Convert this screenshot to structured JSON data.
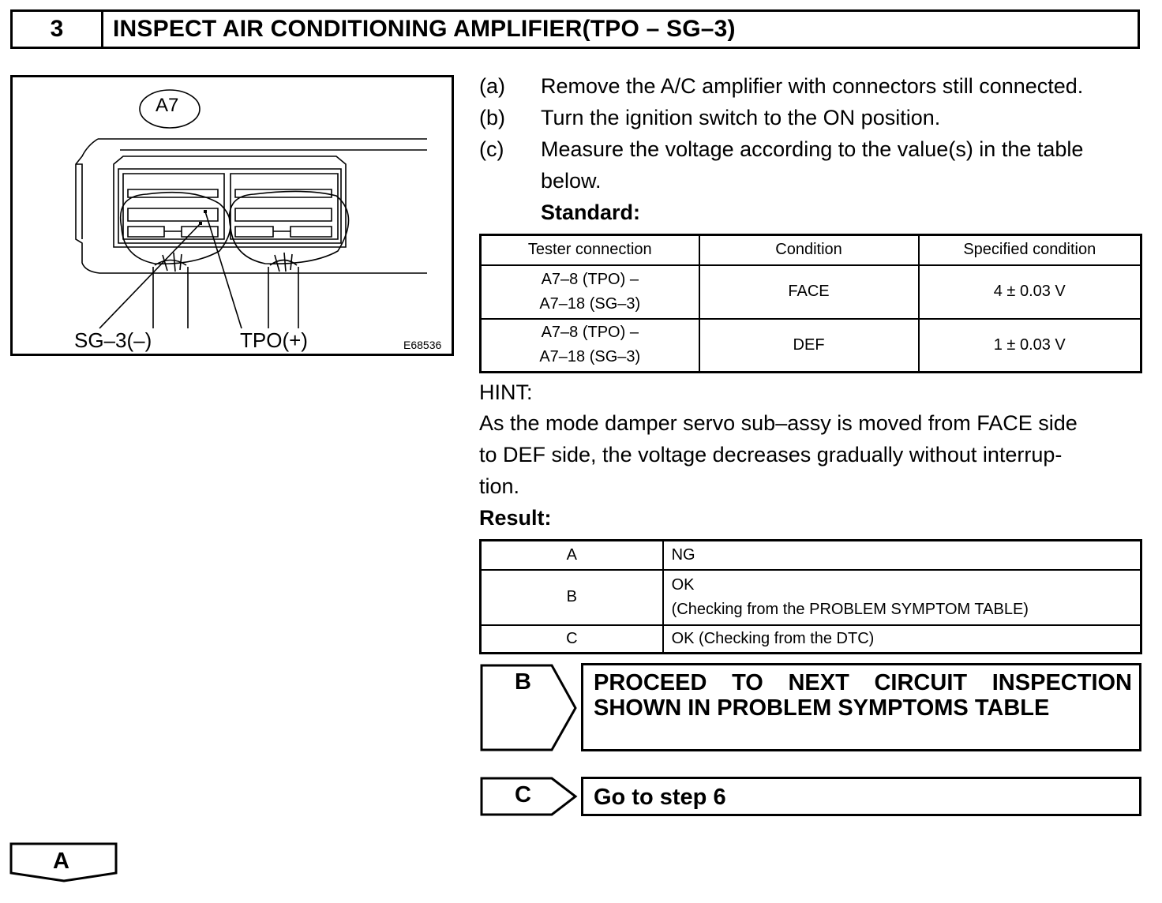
{
  "header": {
    "step_number": "3",
    "title": "INSPECT AIR CONDITIONING AMPLIFIER(TPO – SG–3)"
  },
  "figure": {
    "connector_label": "A7",
    "label_left": "SG–3(–)",
    "label_right": "TPO(+)",
    "figure_code": "E68536"
  },
  "steps": [
    {
      "mark": "(a)",
      "text": "Remove the A/C amplifier with connectors still connected."
    },
    {
      "mark": "(b)",
      "text": "Turn the ignition switch to the ON position."
    },
    {
      "mark": "(c)",
      "text": "Measure the voltage according to the value(s) in the table",
      "text2": "below."
    }
  ],
  "standard_label": "Standard:",
  "standard_table": {
    "headers": [
      "Tester connection",
      "Condition",
      "Specified condition"
    ],
    "rows": [
      {
        "conn1": "A7–8 (TPO) –",
        "conn2": "A7–18 (SG–3)",
        "condition": "FACE",
        "spec": "4 ± 0.03 V"
      },
      {
        "conn1": "A7–8 (TPO) –",
        "conn2": "A7–18 (SG–3)",
        "condition": "DEF",
        "spec": "1 ± 0.03 V"
      }
    ]
  },
  "hint": {
    "label": "HINT:",
    "lines": [
      "As the mode damper servo sub–assy is moved from FACE side",
      "to DEF side, the voltage decreases gradually without interrup-",
      "tion."
    ]
  },
  "result_label": "Result:",
  "result_table": {
    "rows": [
      {
        "code": "A",
        "text": "NG",
        "text2": ""
      },
      {
        "code": "B",
        "text": "OK",
        "text2": "(Checking from the PROBLEM SYMPTOM TABLE)"
      },
      {
        "code": "C",
        "text": "OK (Checking from the DTC)",
        "text2": ""
      }
    ]
  },
  "actions": [
    {
      "code": "B",
      "line1": "PROCEED TO NEXT CIRCUIT INSPECTION",
      "line2": "SHOWN IN PROBLEM SYMPTOMS TABLE"
    },
    {
      "code": "C",
      "line1": "Go to step 6"
    }
  ],
  "next_marker": "A"
}
